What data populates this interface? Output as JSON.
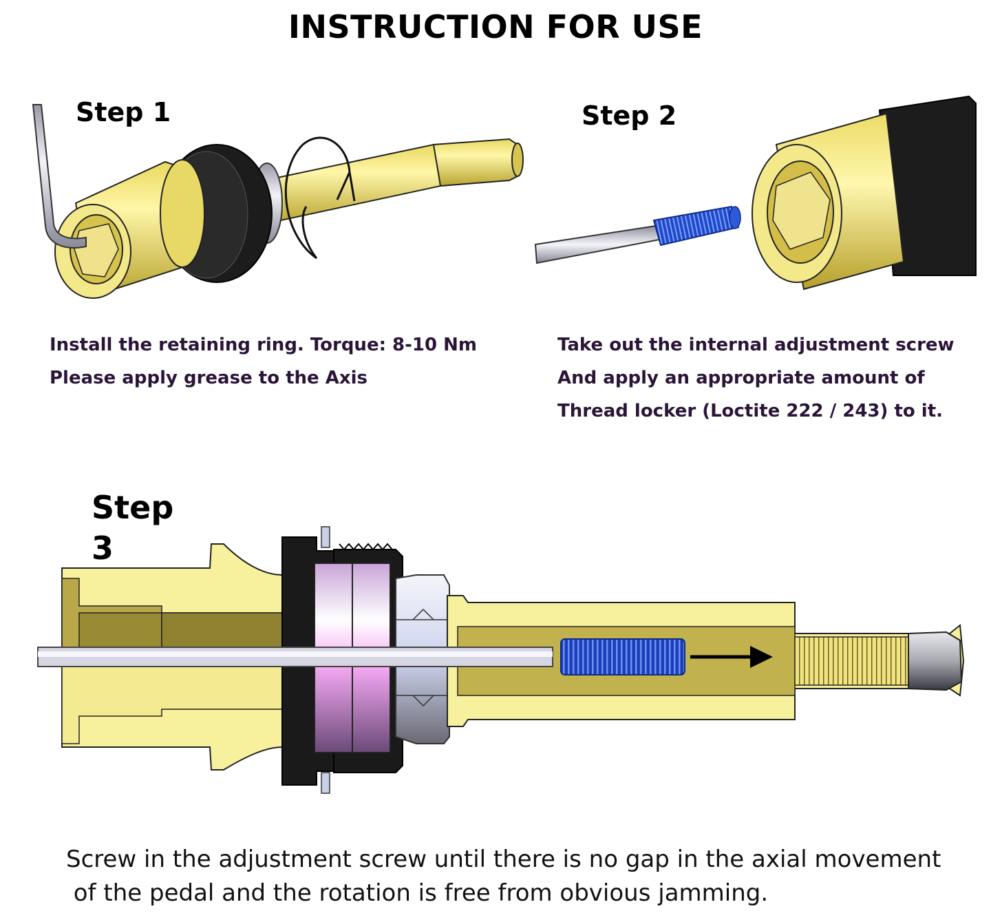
{
  "title": "INSTRUCTION FOR USE",
  "steps": [
    {
      "label": "Step 1",
      "lines": [
        "Install the retaining ring. Torque: 8-10 Nm",
        "Please apply grease to the Axis"
      ]
    },
    {
      "label": "Step 2",
      "lines": [
        "Take out the internal adjustment screw",
        "And apply an appropriate amount of",
        "Thread locker (Loctite 222 / 243) to it."
      ]
    },
    {
      "label_line1": "Step",
      "label_line2": "3",
      "lines": [
        "Screw in the adjustment screw until there is no gap in the axial movement",
        " of the pedal and the rotation is free from obvious jamming."
      ]
    }
  ],
  "colors": {
    "brass": "#f3e88a",
    "brass_dark": "#c8b640",
    "ring_black": "#1a1a1a",
    "thread_blue": "#1f49c9",
    "washer_pink": "#e4a8e8",
    "steel": "#c8c8d4",
    "text_purple": "#2a1538"
  },
  "icons": [
    "hex-key-icon",
    "rotation-arrow-icon",
    "direction-arrow-icon"
  ]
}
